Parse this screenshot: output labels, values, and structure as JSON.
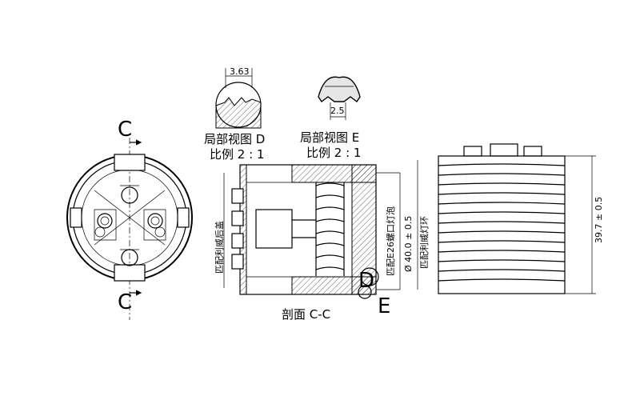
{
  "section_marks": {
    "top": "C",
    "bottom": "C"
  },
  "detail_d": {
    "title": "局部视图 D",
    "scale": "比例 2 : 1",
    "dimension": "3.63",
    "marker": "D"
  },
  "detail_e": {
    "title": "局部视图 E",
    "scale": "比例 2 : 1",
    "dimension": "2.5",
    "marker": "E"
  },
  "section_view": {
    "caption": "剖面 C-C",
    "label_left": "匹配利威后盖",
    "label_e26": "匹配E26螺口灯泡",
    "label_dia": "Ø 40.0 ± 0.5",
    "label_ring": "匹配利威灯环"
  },
  "side_view": {
    "height_dim": "39.7 ± 0.5"
  }
}
